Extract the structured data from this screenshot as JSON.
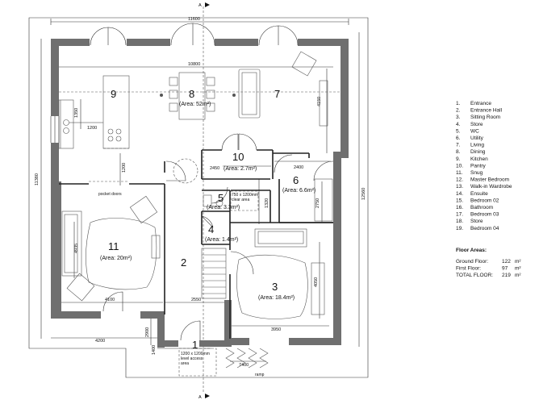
{
  "section_marker": "A",
  "dimensions": {
    "top_overall": "11600",
    "inner_width": "10800",
    "left_overall": "11380",
    "right_overall": "12560",
    "kitchen_depth": "4150",
    "island_gap": "1200",
    "island_depth": "1350",
    "hall_gap": "1200",
    "pantry_width": "2450",
    "utility_width": "2400",
    "utility_height": "2750",
    "ensuite_width": "1320",
    "snug_depth": "4935",
    "snug_width": "4100",
    "hall_width": "2550",
    "sitting_depth": "4050",
    "sitting_width": "3950",
    "left_projection": "4200",
    "porch_depth": "2900",
    "porch_width": "1400",
    "ramp_dim": "7400"
  },
  "rooms": [
    {
      "num": "1",
      "area": ""
    },
    {
      "num": "2",
      "area": ""
    },
    {
      "num": "3",
      "area": "(Area: 18.4m²)"
    },
    {
      "num": "4",
      "area": "(Area: 1.4m²)"
    },
    {
      "num": "5",
      "area": "(Area: 3.3m²)"
    },
    {
      "num": "6",
      "area": "(Area: 6.6m²)"
    },
    {
      "num": "7",
      "area": ""
    },
    {
      "num": "8",
      "area": "(Area: 52m²)"
    },
    {
      "num": "9",
      "area": ""
    },
    {
      "num": "10",
      "area": "(Area: 2.7m²)"
    },
    {
      "num": "11",
      "area": "(Area: 20m²)"
    }
  ],
  "notes": {
    "pocket_doors": "pocket doors",
    "clear_area_1": "750 x 1200mm",
    "clear_area_2": "clear area",
    "landing_1": "1200 x 1200mm",
    "landing_2": "level access",
    "landing_3": "area",
    "ramp": "ramp"
  },
  "legend": {
    "items": [
      {
        "num": "1.",
        "label": "Entrance"
      },
      {
        "num": "2.",
        "label": "Entrance Hall"
      },
      {
        "num": "3.",
        "label": "Sitting Room"
      },
      {
        "num": "4.",
        "label": "Store"
      },
      {
        "num": "5.",
        "label": "WC"
      },
      {
        "num": "6.",
        "label": "Utility"
      },
      {
        "num": "7.",
        "label": "Living"
      },
      {
        "num": "8.",
        "label": "Dining"
      },
      {
        "num": "9.",
        "label": "Kitchen"
      },
      {
        "num": "10.",
        "label": "Pantry"
      },
      {
        "num": "11.",
        "label": "Snug"
      },
      {
        "num": "12.",
        "label": "Master Bedroom"
      },
      {
        "num": "13.",
        "label": "Walk-in Wardrobe"
      },
      {
        "num": "14.",
        "label": "Ensuite"
      },
      {
        "num": "15.",
        "label": "Bedroom 02"
      },
      {
        "num": "16.",
        "label": "Bathroom"
      },
      {
        "num": "17.",
        "label": "Bedroom 03"
      },
      {
        "num": "18.",
        "label": "Store"
      },
      {
        "num": "19.",
        "label": "Bedroom 04"
      }
    ]
  },
  "floor_areas": {
    "title": "Floor Areas:",
    "rows": [
      {
        "label": "Ground Floor:",
        "value": "122",
        "unit": "m²"
      },
      {
        "label": "First Floor:",
        "value": "97",
        "unit": "m²"
      },
      {
        "label": "TOTAL FLOOR:",
        "value": "219",
        "unit": "m²"
      }
    ]
  },
  "colors": {
    "wall": "#6f6f6f",
    "line": "#333333"
  }
}
